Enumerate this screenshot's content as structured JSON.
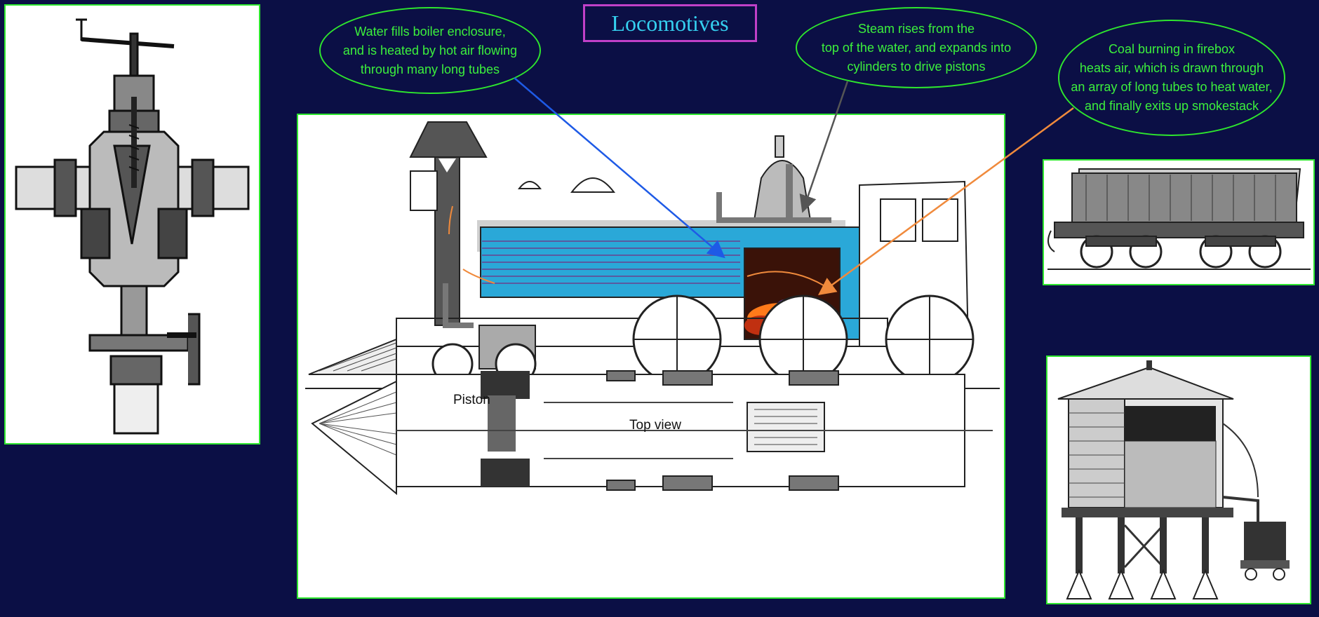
{
  "title": "Locomotives",
  "callouts": {
    "water": "Water fills boiler enclosure,\nand is heated by hot air flowing\nthrough many long tubes",
    "steam": "Steam rises from the\ntop of the water, and expands into\ncylinders to drive pistons",
    "coal": "Coal burning in firebox\nheats air, which is drawn through\nan array of long tubes to heat water,\nand finally exits up smokestack"
  },
  "labels": {
    "piston": "Piston",
    "top_view": "Top view"
  },
  "colors": {
    "background": "#0b0f45",
    "border_green": "#2ee62e",
    "callout_text": "#3cf03c",
    "title_text": "#35d0f0",
    "title_border": "#c040c8",
    "water_blue": "#2aa8d8",
    "arrow_blue": "#1e5ae6",
    "arrow_gray": "#555555",
    "arrow_orange": "#f08a3c"
  }
}
